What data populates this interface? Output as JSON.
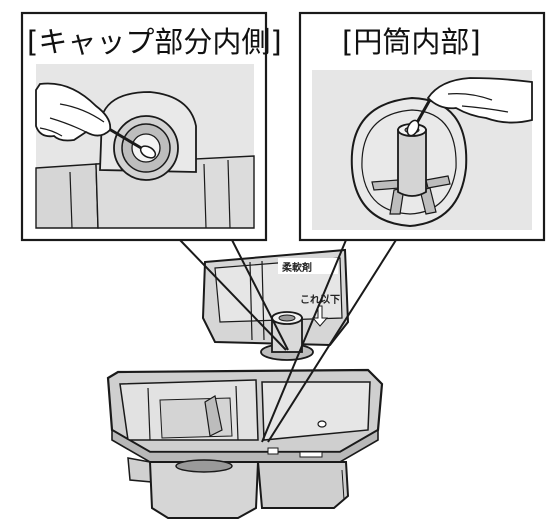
{
  "panels": {
    "cap_inside": {
      "title": "[キャップ部分内側]"
    },
    "cylinder_inside": {
      "title": "[円筒内部]"
    }
  },
  "device": {
    "compartment_label": "柔軟剤",
    "limit_label": "これ以下"
  },
  "colors": {
    "outline": "#1a1a1a",
    "panel_background": "#ffffff",
    "photo_background": "#e6e6e6",
    "part_gray": "#cfcfcf",
    "part_light": "#e2e2e2",
    "part_dark": "#9a9a9a"
  }
}
